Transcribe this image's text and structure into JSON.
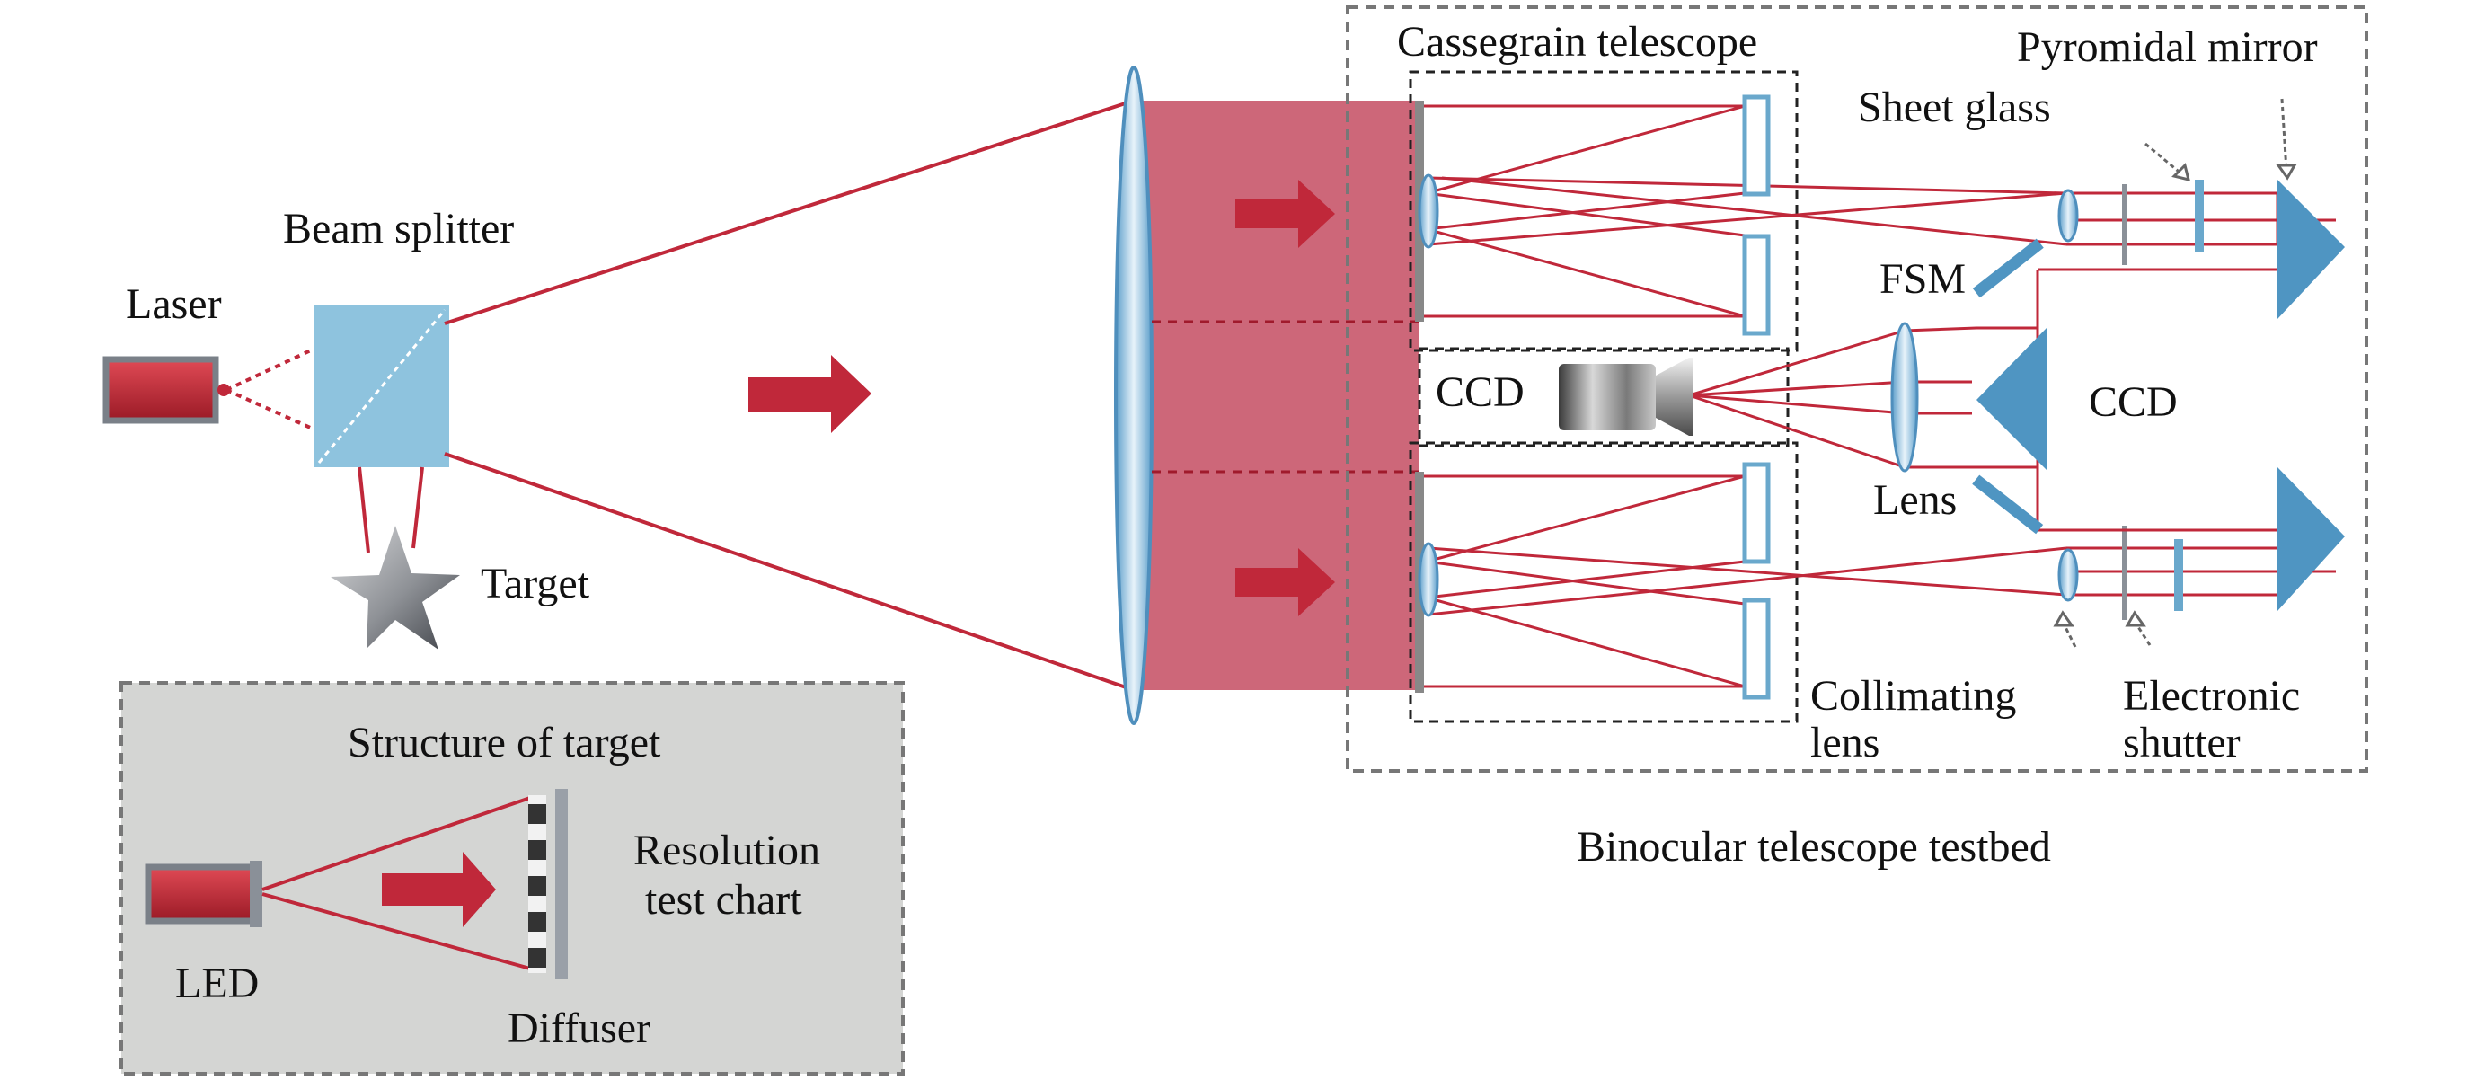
{
  "labels": {
    "laser": "Laser",
    "beam_splitter": "Beam splitter",
    "target": "Target",
    "structure_title": "Structure of target",
    "resolution_line1": "Resolution",
    "resolution_line2": "test chart",
    "led": "LED",
    "diffuser": "Diffuser",
    "cassegrain": "Cassegrain telescope",
    "pyramidal": "Pyromidal mirror",
    "sheet_glass": "Sheet glass",
    "fsm": "FSM",
    "ccd_left": "CCD",
    "ccd_right": "CCD",
    "lens": "Lens",
    "collimating_line1": "Collimating",
    "collimating_line2": "lens",
    "shutter_line1": "Electronic",
    "shutter_line2": "shutter",
    "caption": "Binocular telescope testbed"
  },
  "colors": {
    "beam": "#c0283a",
    "beam_fill": "#c95a6e",
    "optic_blue": "#6aa8cc",
    "splitter": "#8ec3de",
    "box_gray": "#d4d5d3",
    "dash": "#777777"
  },
  "icons": {
    "laser": "laser-icon",
    "led": "led-icon",
    "target": "star-target-icon",
    "camera": "ccd-camera-icon"
  }
}
